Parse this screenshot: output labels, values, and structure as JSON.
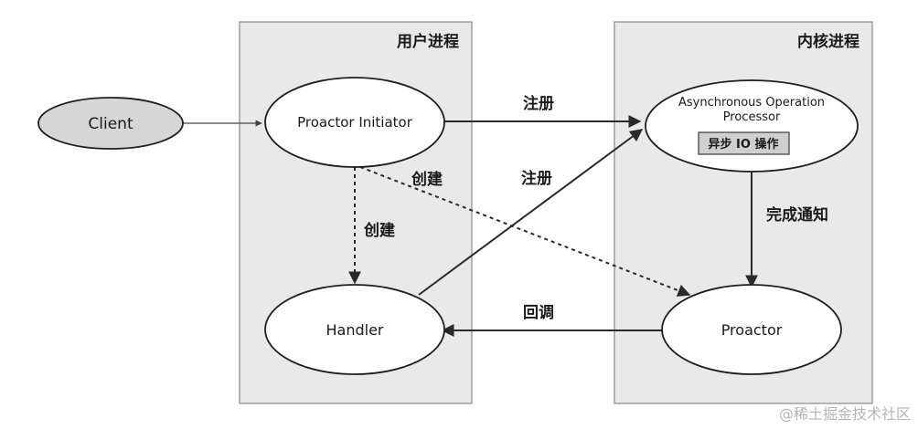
{
  "regions": {
    "user_process": "用户进程",
    "kernel_process": "内核进程"
  },
  "nodes": {
    "client": "Client",
    "proactor_initiator": "Proactor Initiator",
    "handler": "Handler",
    "async_op_processor_line1": "Asynchronous Operation",
    "async_op_processor_line2": "Processor",
    "async_io_op": "异步 IO 操作",
    "proactor": "Proactor"
  },
  "edges": {
    "register_top": "注册",
    "register_handler": "注册",
    "create_proactor": "创建",
    "create_handler": "创建",
    "completion_notify": "完成通知",
    "callback": "回调"
  },
  "watermark": "@稀土掘金技术社区"
}
